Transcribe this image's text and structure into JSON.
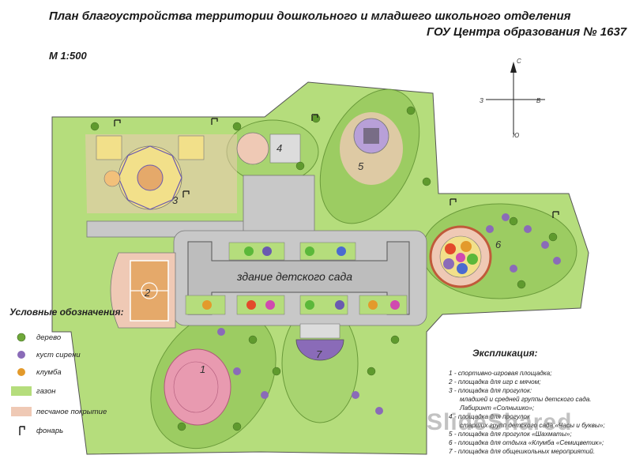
{
  "title_line1": "План благоустройства территории дошкольного и младшего школьного отделения",
  "title_line2": "ГОУ Центра образования № 1637",
  "scale": "М 1:500",
  "building_label": "здание детского сада",
  "compass": {
    "north": "С",
    "south": "Ю",
    "east": "В",
    "west": "З"
  },
  "zone_numbers": [
    "1",
    "2",
    "3",
    "4",
    "5",
    "6",
    "7"
  ],
  "legend": {
    "title": "Условные обозначения:",
    "items": [
      {
        "label": "дерево",
        "color": "#6fa83a"
      },
      {
        "label": "куст сирени",
        "color": "#8a6bb8"
      },
      {
        "label": "клумба",
        "color": "#e39a2b"
      },
      {
        "label": "газон",
        "color": "#b5dd7c"
      },
      {
        "label": "песчаное покрытие",
        "color": "#efc9b5"
      },
      {
        "label": "фонарь",
        "color": "#222222"
      }
    ]
  },
  "explication": {
    "title": "Экспликация:",
    "lines": [
      "1 - спортивно-игровая площадка;",
      "2 - площадка для игр с мячом;",
      "3 - площадка для прогулок:",
      "младшей и средней группы детского сада.",
      "Лабиринт «Солнышко»;",
      "4 - площадка для прогулок",
      "старших групп детского сада «Часы и буквы»;",
      "5 -  площадка для прогулок «Шахматы»;",
      "6 - площадка для отдыха «Клумба «Семицветик»;",
      "7 - площадка для общешкольных мероприятий."
    ]
  },
  "watermark": "SlideShared",
  "colors": {
    "lawn": "#b5dd7c",
    "lawn_dark": "#9ccc62",
    "sand": "#efc9b5",
    "path": "#c8c8c8",
    "building": "#c0c0c0",
    "outline": "#555555"
  }
}
